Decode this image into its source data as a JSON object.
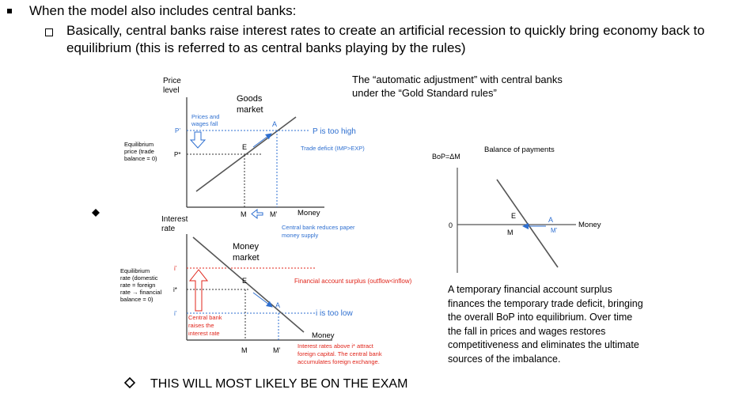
{
  "bullets": {
    "level1": "When the model also includes central banks:",
    "level2": "Basically, central banks raise interest rates to create an artificial recession to quickly bring economy back to equilibrium (this is referred to as central banks playing by the rules)",
    "exam_note": "THIS WILL MOST LIKELY BE ON THE EXAM"
  },
  "title": {
    "line1": "The “automatic adjustment” with central banks",
    "line2": "under the “Gold Standard rules”"
  },
  "goods": {
    "y_axis": [
      "Price",
      "level"
    ],
    "market": [
      "Goods",
      "market"
    ],
    "note": [
      "Prices and",
      "wages fall"
    ],
    "p_prime": "P’",
    "p_star": "P*",
    "eq_label": [
      "Equilibrium",
      "price (trade",
      "balance = 0)"
    ],
    "point_a": "A",
    "point_e": "E",
    "p_too_high": "P is too high",
    "trade_deficit": "Trade deficit (IMP>EXP)",
    "m": "M",
    "m_prime": "M’",
    "money": "Money",
    "cb_reduce": [
      "Central bank reduces paper",
      "money supply"
    ]
  },
  "money": {
    "y_axis": [
      "Interest",
      "rate"
    ],
    "market": [
      "Money",
      "market"
    ],
    "eq_label": [
      "Equilibrium",
      "rate (domestic",
      "rate = foreign",
      "rate → financial",
      "balance = 0)"
    ],
    "i_prime_top": "i’",
    "i_star": "i*",
    "i_prime_bottom": "i’",
    "cb_raise": [
      "Central bank",
      "raises the",
      "interest rate"
    ],
    "point_e": "E",
    "point_a": "A",
    "fin_surplus": "Financial account surplus (outflow<inflow)",
    "i_too_low": "i is too low",
    "money": "Money",
    "m": "M",
    "m_prime": "M’",
    "attract": [
      "Interest rates above i* attract",
      "foreign capital. The central bank",
      "accumulates foreign exchange."
    ]
  },
  "bop": {
    "y_axis": "BoP=ΔM",
    "title": "Balance of payments",
    "zero": "0",
    "point_e": "E",
    "point_a": "A",
    "point_m": "M",
    "m_prime": "M’",
    "money": "Money"
  },
  "explanation": "A temporary financial account surplus finances the temporary trade deficit, bringing the overall BoP into equilibrium. Over time the fall in prices and wages restores competitiveness and eliminates the ultimate sources of the imbalance.",
  "colors": {
    "blue": "#2e6fd0",
    "red": "#e0251b",
    "text": "#000000",
    "axis": "#333333"
  }
}
